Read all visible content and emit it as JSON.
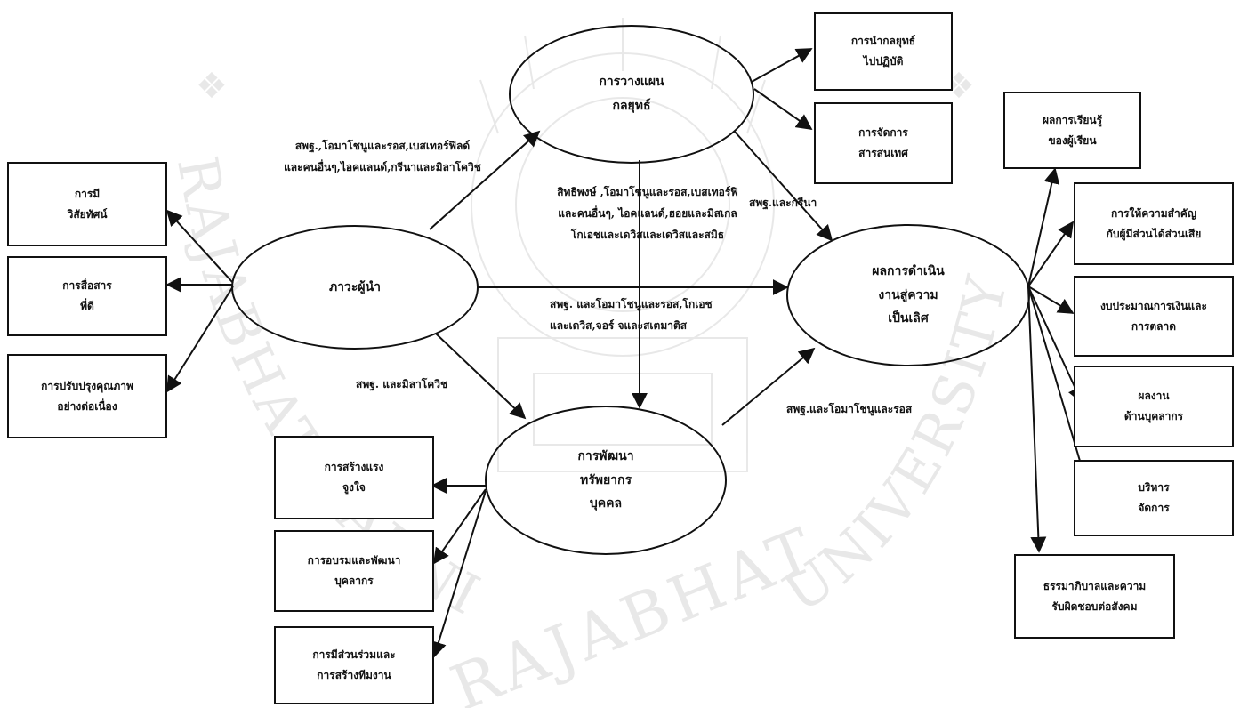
{
  "watermark": {
    "arc_text": "RAJABHAT BARNI RAJABHAT UNIVERSITY",
    "bottom_text": "RAJABHAT"
  },
  "nodes": {
    "leadership": "ภาวะผู้นำ",
    "strategic_planning": "การวางแผน\nกลยุทธ์",
    "hr_development": "การพัฒนา\nทรัพยากร\nบุคคล",
    "excellence": "ผลการดำเนิน\nงานสู่ความ\nเป็นเลิศ"
  },
  "boxes": {
    "vision": "การมี\nวิสัยทัศน์",
    "communication": "การสื่อสาร\nที่ดี",
    "quality": "การปรับปรุงคุณภาพ\nอย่างต่อเนื่อง",
    "implement": "การนำกลยุทธ์\nไปปฏิบัติ",
    "info": "การจัดการ\nสารสนเทศ",
    "motivation": "การสร้างแรง\nจูงใจ",
    "training": "การอบรมและพัฒนา\nบุคลากร",
    "teamwork": "การมีส่วนร่วมและ\nการสร้างทีมงาน",
    "learning": "ผลการเรียนรู้\nของผู้เรียน",
    "stakeholders": "การให้ความสำคัญ\nกับผู้มีส่วนได้ส่วนเสีย",
    "budget": "งบประมาณการเงินและ\nการตลาด",
    "personnel": "ผลงาน\nด้านบุคลากร",
    "management": "บริหาร\nจัดการ",
    "governance": "ธรรมาภิบาลและความ\nรับผิดชอบต่อสังคม"
  },
  "labels": {
    "l1": "สพฐ.,โอมาโชนูและรอส,เบสเทอร์ฟิลด์\nและคนอื่นๆ,ไอคแลนด์,กรีนาและมิลาโควิช",
    "l2": "สิทธิพงษ์ ,โอมาโชนูและรอส,เบสเทอร์ฟิ\nและคนอื่นๆ, ไอคแลนด์,ฮอยและมิสเกล\nโกเอชและเดวิสและเดวิสและสมิธ",
    "l3": "สพฐ.และกรีนา",
    "l4": "สพฐ. และโอมาโชนูและรอส,โกเอช\nและเดวิส,จอร์   จและสเตมาติส",
    "l5": "สพฐ. และมิลาโควิช",
    "l6": "สพฐ.และโอมาโชนูและรอส"
  }
}
